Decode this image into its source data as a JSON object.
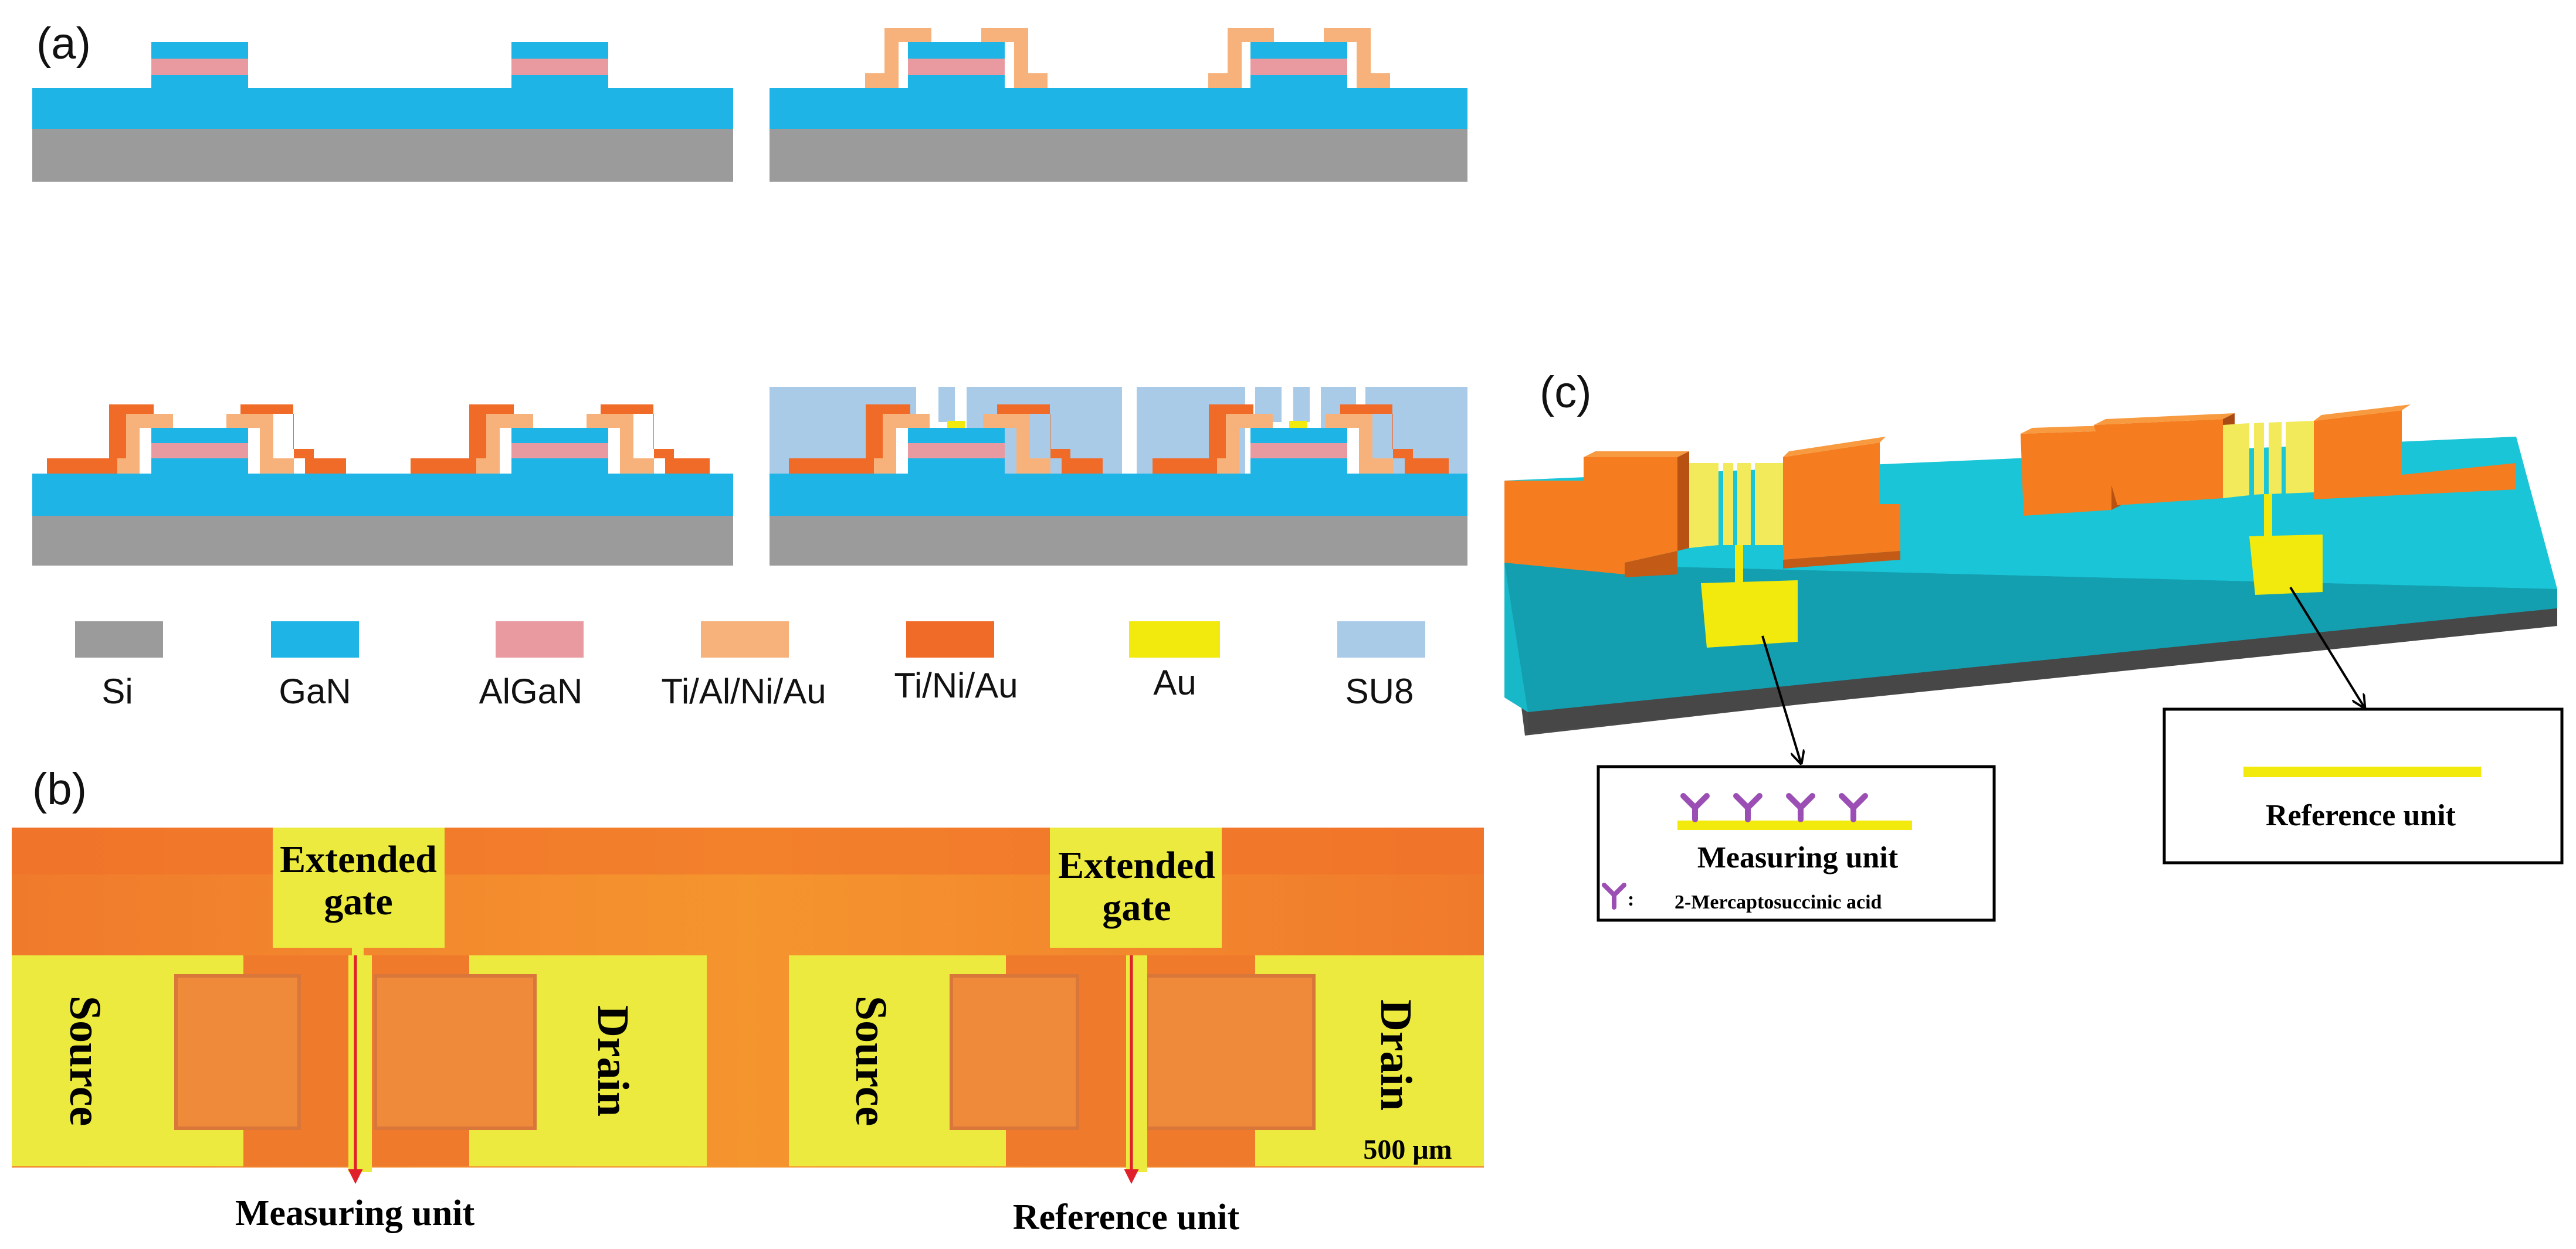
{
  "panels": {
    "a": {
      "label": "(a)"
    },
    "b": {
      "label": "(b)"
    },
    "c": {
      "label": "(c)"
    }
  },
  "legend": [
    {
      "name": "Si",
      "color": "#9b9b9b"
    },
    {
      "name": "GaN",
      "color": "#1eb4e6"
    },
    {
      "name": "AlGaN",
      "color": "#e89aa0"
    },
    {
      "name": "Ti/Al/Ni/Au",
      "color": "#f7b27c"
    },
    {
      "name": "Ti/Ni/Au",
      "color": "#f06a28"
    },
    {
      "name": "Au",
      "color": "#f2ea0c"
    },
    {
      "name": "SU8",
      "color": "#a9cbe8"
    }
  ],
  "micrograph": {
    "extended_gate_left": [
      "Extended",
      "gate"
    ],
    "extended_gate_right": [
      "Extended",
      "gate"
    ],
    "source_label": "Source",
    "drain_label": "Drain",
    "scale_bar": "500 μm",
    "measuring_unit": "Measuring unit",
    "reference_unit": "Reference unit"
  },
  "schematic": {
    "measuring_unit": "Measuring unit",
    "reference_unit": "Reference unit",
    "molecule_label": "2-Mercaptosuccinic acid",
    "molecule_prefix": ":"
  },
  "colors": {
    "orange_film": "#f2702a",
    "gold_pad": "#f0e830",
    "substrate_cyan": "#19c5d6",
    "molecule_purple": "#9b4fb4"
  }
}
